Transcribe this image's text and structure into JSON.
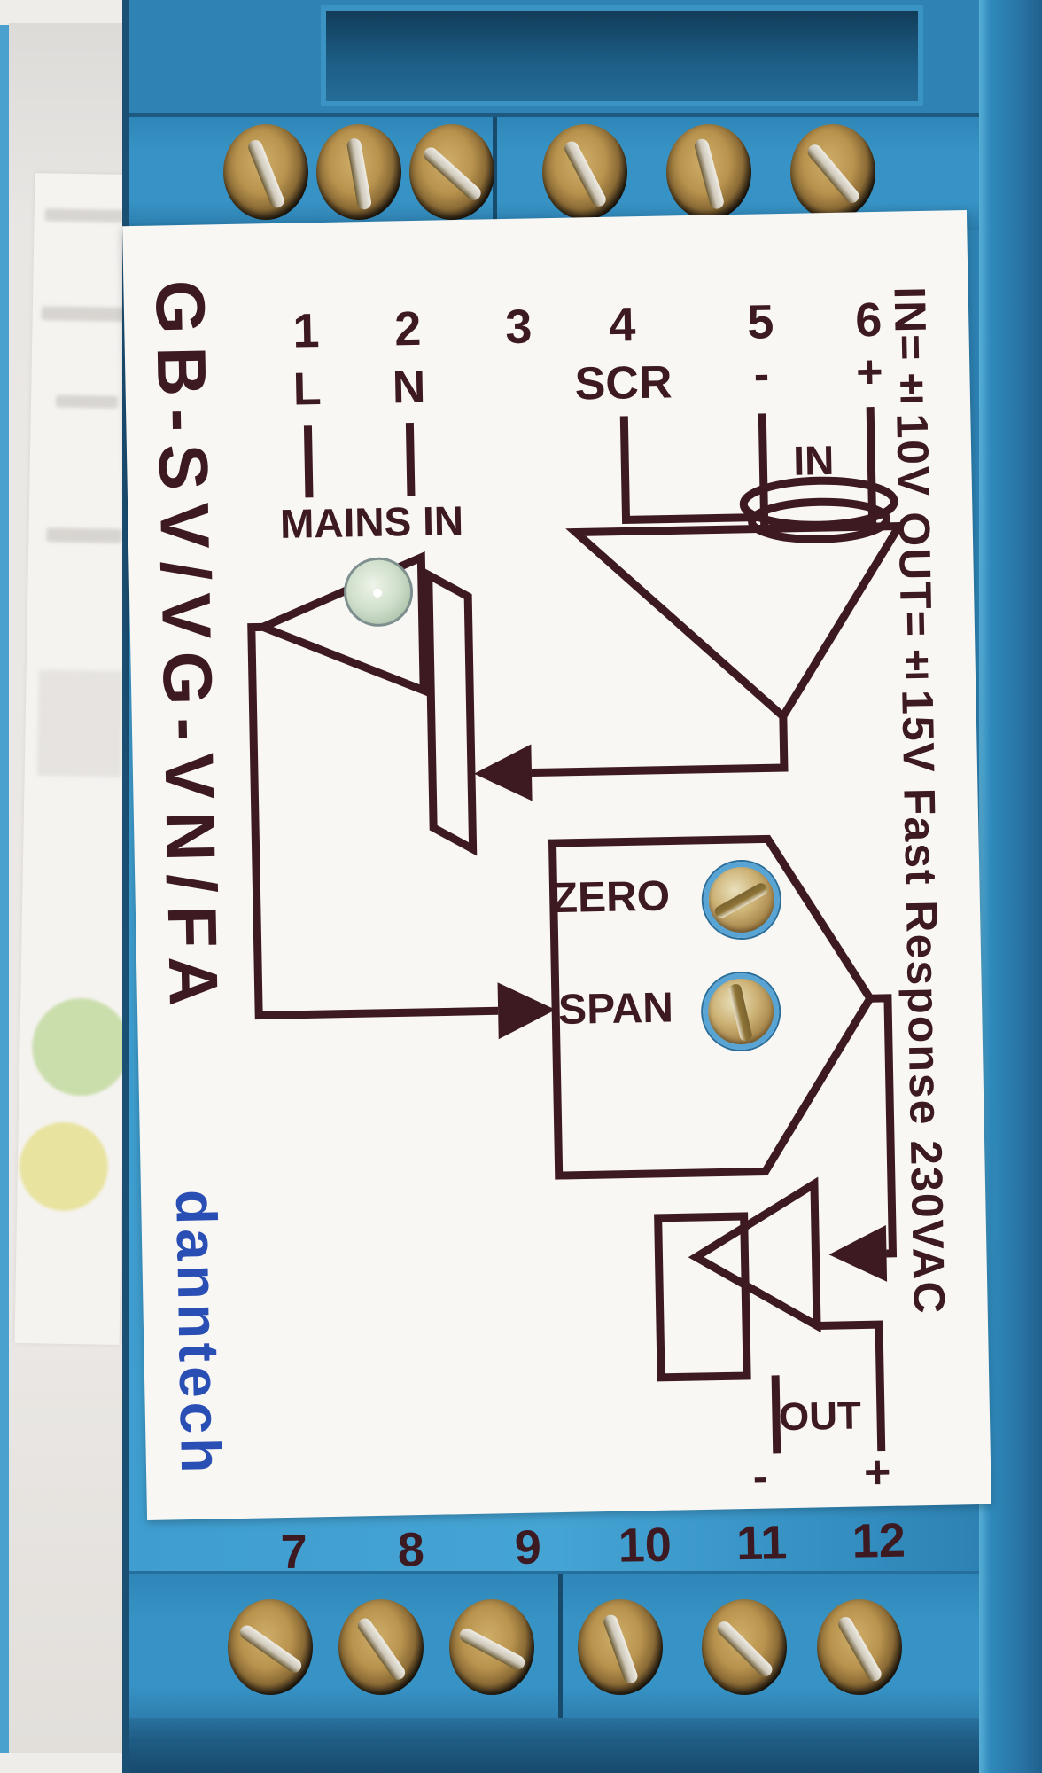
{
  "device": {
    "brand": "danntech",
    "model": "GB-SV/VG-VN/FA",
    "spec": "IN=±10V OUT=±15V Fast Response 230VAC"
  },
  "terminals": {
    "top": [
      {
        "num": "1",
        "label": "L"
      },
      {
        "num": "2",
        "label": "N"
      },
      {
        "num": "3",
        "label": ""
      },
      {
        "num": "4",
        "label": "SCR"
      },
      {
        "num": "5",
        "label": "-"
      },
      {
        "num": "6",
        "label": "+"
      }
    ],
    "bottom": [
      {
        "num": "7",
        "label": ""
      },
      {
        "num": "8",
        "label": ""
      },
      {
        "num": "9",
        "label": ""
      },
      {
        "num": "10",
        "label": ""
      },
      {
        "num": "11",
        "label": "-"
      },
      {
        "num": "12",
        "label": "+"
      }
    ]
  },
  "diagram": {
    "mains": "MAINS IN",
    "input": "IN",
    "zero": "ZERO",
    "span": "SPAN",
    "out": "OUT"
  },
  "colors": {
    "body_blue": "#3f9ecf",
    "terminal_block_blue": "#3793c5",
    "ink_maroon": "#3d1a21",
    "brand_blue": "#2a4fb4",
    "label_white": "#f9f7f4",
    "led_green": "#cfdecb",
    "screw_brass": "#b8934e",
    "pot_rim_blue": "#58a5d5"
  }
}
